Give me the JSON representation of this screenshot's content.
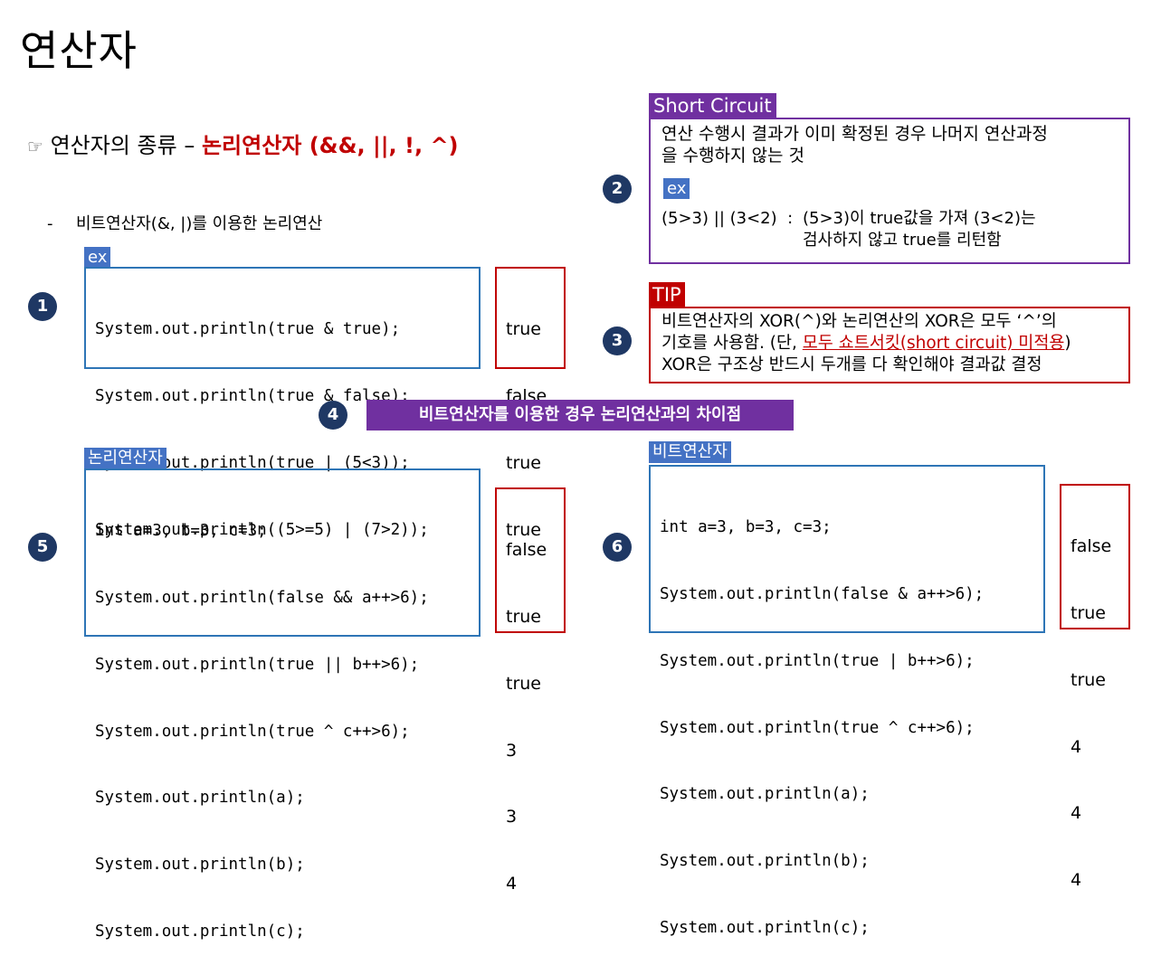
{
  "title": "연산자",
  "subtitle": {
    "icon": "pointing-hand-icon",
    "prefix": "☞",
    "text": "연산자의 종류 – ",
    "highlight": "논리연산자",
    "ops": " (&&, ||, !, ^)"
  },
  "bullet": {
    "dash": "-",
    "text": "비트연산자(&, |)를 이용한 논리연산"
  },
  "section1": {
    "number": "1",
    "tag": "ex",
    "code": [
      "System.out.println(true & true);",
      "System.out.println(true & false);",
      "System.out.println(true | (5<3));",
      "System.out.println((5>=5) | (7>2));"
    ],
    "output": [
      "true",
      "false",
      "true",
      "true"
    ]
  },
  "section2": {
    "number": "2",
    "tag": "Short Circuit",
    "lines": [
      "연산 수행시 결과가 이미 확정된 경우 나머지 연산과정",
      "을 수행하지 않는 것"
    ],
    "ex_tag": "ex",
    "ex_expr": "(5>3) || (3<2)  :",
    "ex_desc": [
      "(5>3)이 true값을 가져 (3<2)는",
      "검사하지 않고 true를 리턴함"
    ]
  },
  "section3": {
    "number": "3",
    "tag": "TIP",
    "line1": "비트연산자의 XOR(^)와 논리연산의 XOR은 모두 ‘^’의",
    "line2_pre": "기호를 사용함. (단, ",
    "line2_red": "모두 쇼트서킷(short circuit) 미적용",
    "line2_post": ")",
    "line3": "XOR은 구조상 반드시 두개를 다 확인해야 결과값 결정"
  },
  "section4": {
    "number": "4",
    "banner": "비트연산자를 이용한 경우 논리연산과의 차이점"
  },
  "section5": {
    "number": "5",
    "tag": "논리연산자",
    "code": [
      "int a=3, b=3, c=3;",
      "System.out.println(false && a++>6);",
      "System.out.println(true || b++>6);",
      "System.out.println(true ^ c++>6);",
      "System.out.println(a);",
      "System.out.println(b);",
      "System.out.println(c);"
    ],
    "output": [
      "false",
      "true",
      "true",
      "3",
      "3",
      "4"
    ]
  },
  "section6": {
    "number": "6",
    "tag": "비트연산자",
    "code": [
      "int a=3, b=3, c=3;",
      "System.out.println(false & a++>6);",
      "System.out.println(true | b++>6);",
      "System.out.println(true ^ c++>6);",
      "System.out.println(a);",
      "System.out.println(b);",
      "System.out.println(c);"
    ],
    "output": [
      "false",
      "true",
      "true",
      "4",
      "4",
      "4"
    ]
  },
  "colors": {
    "blue": "#2e75b6",
    "tag_blue": "#4472c4",
    "red": "#c00000",
    "purple": "#7030a0",
    "circle": "#1f3864"
  }
}
